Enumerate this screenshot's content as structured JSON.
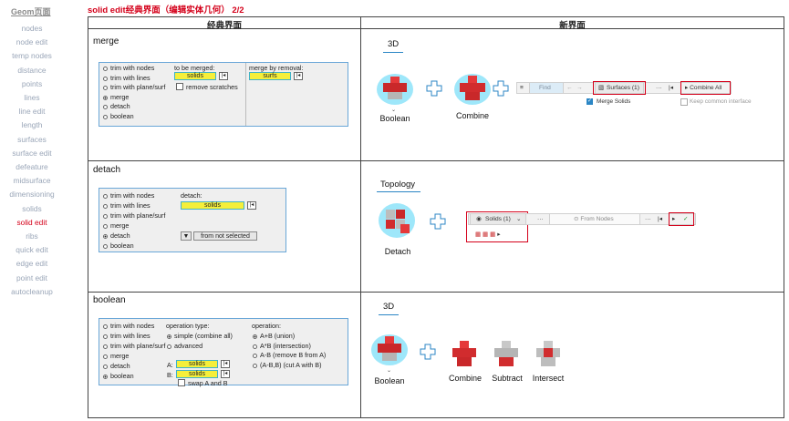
{
  "nav": {
    "title": "Geom页面",
    "items": [
      "nodes",
      "node edit",
      "temp nodes",
      "distance",
      "points",
      "lines",
      "line edit",
      "length",
      "surfaces",
      "surface edit",
      "defeature",
      "midsurface",
      "dimensioning",
      "solids",
      "solid edit",
      "ribs",
      "quick edit",
      "edge edit",
      "point edit",
      "autocleanup"
    ],
    "active": "solid edit"
  },
  "page_title": "solid edit经典界面（编辑实体几何） 2/2",
  "table": {
    "col_classic": "经典界面",
    "col_new": "新界面",
    "rows": {
      "merge": {
        "label": "merge",
        "classic": {
          "options": [
            "trim with nodes",
            "trim with lines",
            "trim with plane/surf",
            "merge",
            "detach",
            "boolean"
          ],
          "selected": "merge",
          "to_be_merged_label": "to be merged:",
          "solids_value": "solids",
          "remove_scratches": "remove scratches",
          "merge_by_removal_label": "merge by removal:",
          "surfs_value": "surfs"
        },
        "new": {
          "section": "3D",
          "boolean_label": "Boolean",
          "combine_label": "Combine",
          "toolbar": {
            "find": "Find",
            "surfaces": "Surfaces (1)",
            "combine_all": "Combine All",
            "merge_solids": "Merge Solids",
            "keep_common": "Keep common interface"
          }
        }
      },
      "detach": {
        "label": "detach",
        "classic": {
          "options": [
            "trim with nodes",
            "trim with lines",
            "trim with plane/surf",
            "merge",
            "detach",
            "boolean"
          ],
          "selected": "detach",
          "detach_label": "detach:",
          "solids_value": "solids",
          "from_not_selected": "from not selected"
        },
        "new": {
          "section": "Topology",
          "detach_label": "Detach",
          "toolbar": {
            "solids": "Solids (1)",
            "from_nodes": "From Nodes"
          }
        }
      },
      "boolean": {
        "label": "boolean",
        "classic": {
          "options": [
            "trim with nodes",
            "trim with lines",
            "trim with plane/surf",
            "merge",
            "detach",
            "boolean"
          ],
          "selected": "boolean",
          "operation_type_label": "operation type:",
          "op_types": [
            "simple (combine all)",
            "advanced"
          ],
          "op_type_selected": "simple (combine all)",
          "operation_label": "operation:",
          "operations": [
            "A+B (union)",
            "A*B (intersection)",
            "A-B (remove B from A)",
            "(A-B,B) (cut A with B)"
          ],
          "operation_selected": "A+B (union)",
          "a_label": "A:",
          "b_label": "B:",
          "a_value": "solids",
          "b_value": "solids",
          "swap": "swap A and B"
        },
        "new": {
          "section": "3D",
          "boolean_label": "Boolean",
          "combine_label": "Combine",
          "subtract_label": "Subtract",
          "intersect_label": "Intersect"
        }
      }
    }
  },
  "colors": {
    "accent_red": "#d4001a",
    "nav_gray": "#9aa6b8",
    "panel_border": "#6aa7d8",
    "highlight_yellow": "#f5ef3a",
    "section_underline": "#2b86c5"
  }
}
